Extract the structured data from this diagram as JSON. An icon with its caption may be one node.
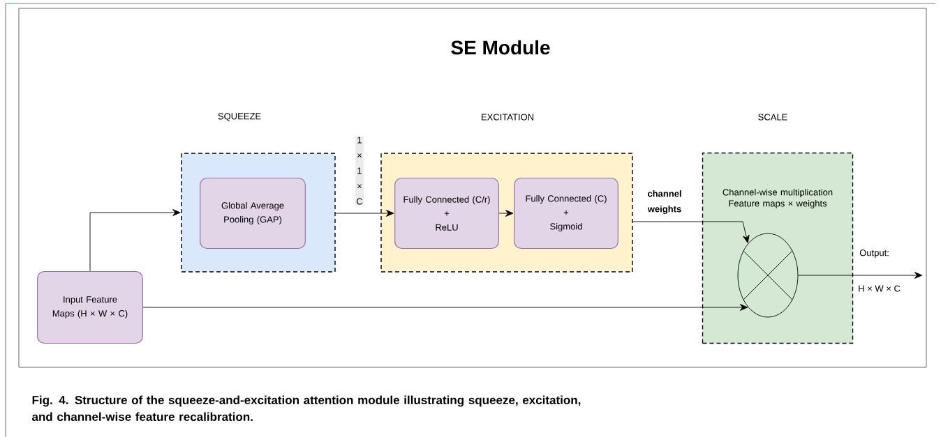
{
  "diagram": {
    "title": "SE Module",
    "caption": "Fig. 4. Structure of the squeeze-and-excitation attention module illustrating squeeze, excitation, and channel-wise feature recalibration.",
    "nodes": [
      {
        "text": [
          "SQUEEZE"
        ]
      },
      {
        "text": [
          "Global Average Pooling (GAP)"
        ],
        "in": 0
      },
      {
        "text": [
          "EXCITATION"
        ]
      },
      {
        "text": [
          "Fully Connected (C/r)",
          "+",
          "ReLU"
        ],
        "in": 2
      },
      {
        "text": [
          "Fully Connected (C)",
          "+",
          "Sigmoid"
        ],
        "in": 2
      },
      {
        "text": [
          "SCALE",
          "Channel-wise multiplication Feature maps × weights"
        ]
      },
      {
        "text": [],
        "shape": "circle",
        "in": 5
      },
      {
        "text": [
          "Input Feature Maps (H × W × C)"
        ]
      }
    ],
    "edges": [
      {
        "from": 7,
        "to": 0,
        "arrow": "to"
      },
      {
        "from": 0,
        "to": 3,
        "arrow": "to",
        "label": "1 × 1 × C"
      },
      {
        "from": 3,
        "to": 4,
        "arrow": "to"
      },
      {
        "from": 2,
        "to": 6,
        "arrow": "to",
        "label": "channel weights"
      },
      {
        "from": 7,
        "to": 6,
        "arrow": "to"
      },
      {
        "from": 6,
        "to": null,
        "arrow": "to",
        "label": "Output:"
      }
    ],
    "labels": [
      "H × W × C"
    ]
  }
}
